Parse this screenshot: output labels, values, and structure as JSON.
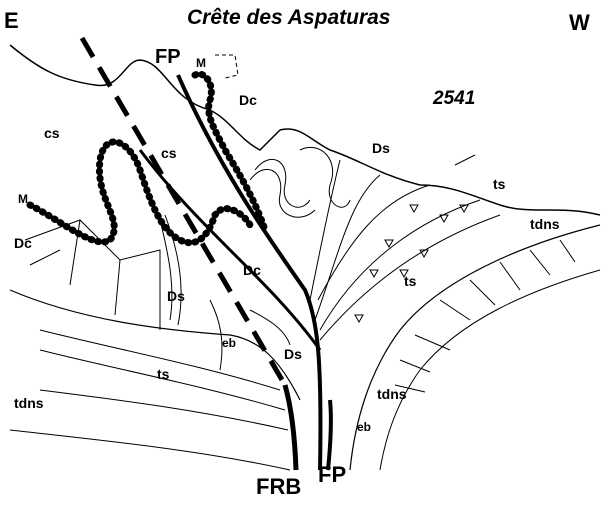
{
  "header": {
    "east": "E",
    "title": "Crête des Aspaturas",
    "west": "W"
  },
  "elevation": "2541",
  "faults": {
    "fp_top": "FP",
    "frb": "FRB",
    "fp_bottom": "FP"
  },
  "units": {
    "m_top": "M",
    "dc_top": "Dc",
    "cs_left": "cs",
    "cs_mid": "cs",
    "ds_top": "Ds",
    "ts_right": "ts",
    "tdns_right": "tdns",
    "m_left": "M",
    "dc_left": "Dc",
    "ds_mid": "Ds",
    "dc_mid": "Dc",
    "ts_mid": "ts",
    "eb_mid": "eb",
    "ds_low": "Ds",
    "ts_low": "ts",
    "tdns_left": "tdns",
    "tdns_low": "tdns",
    "eb_low": "eb"
  }
}
